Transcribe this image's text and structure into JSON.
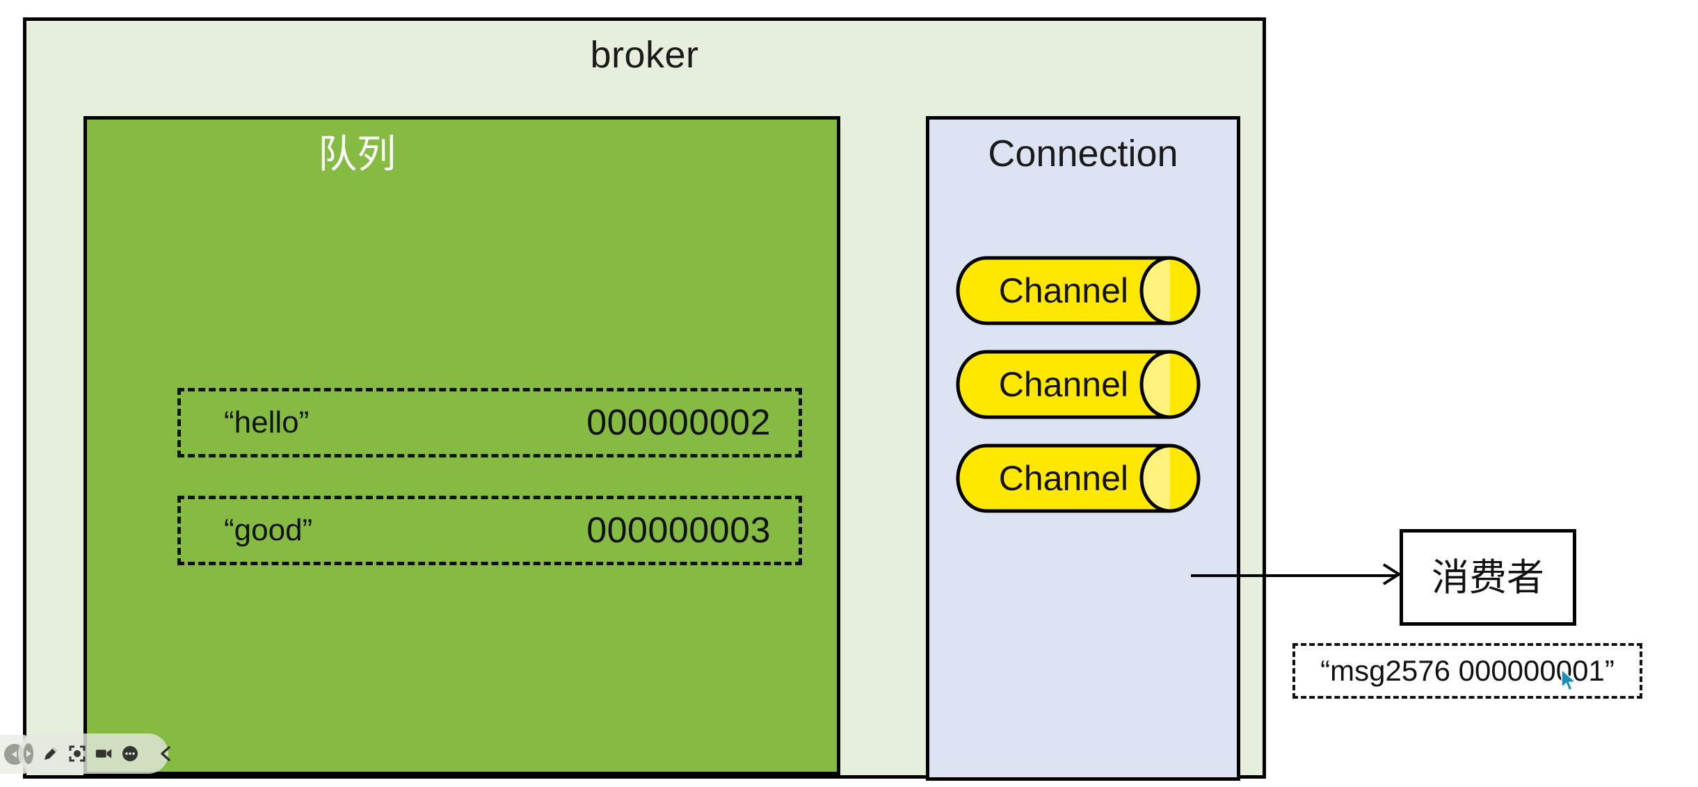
{
  "diagram": {
    "broker": {
      "title": "broker",
      "bg_color": "#e5efdc"
    },
    "queue": {
      "title": "队列",
      "bg_color": "#86bb43",
      "messages": [
        {
          "label": "“hello”",
          "id": "000000002"
        },
        {
          "label": "“good”",
          "id": "000000003"
        }
      ]
    },
    "connection": {
      "title": "Connection",
      "bg_color": "#dce3f3",
      "channels": [
        {
          "label": "Channel"
        },
        {
          "label": "Channel"
        },
        {
          "label": "Channel"
        }
      ],
      "channel_color": "#ffe800"
    },
    "consumer": {
      "label": "消费者"
    },
    "delivered_message": {
      "text": "“msg2576 000000001”"
    },
    "arrow": {
      "name": "channel-to-consumer-arrow"
    }
  },
  "overlay": {
    "nav": {
      "back_icon": "back-triangle-icon",
      "play_icon": "play-triangle-icon"
    },
    "recorder_toolbar": {
      "items": [
        {
          "icon": "pen-icon"
        },
        {
          "icon": "screenshot-icon"
        },
        {
          "icon": "video-camera-icon"
        },
        {
          "icon": "more-dots-icon"
        },
        {
          "icon": "chevron-left-icon"
        }
      ]
    }
  },
  "cursor": {
    "icon": "mouse-pointer-icon"
  }
}
